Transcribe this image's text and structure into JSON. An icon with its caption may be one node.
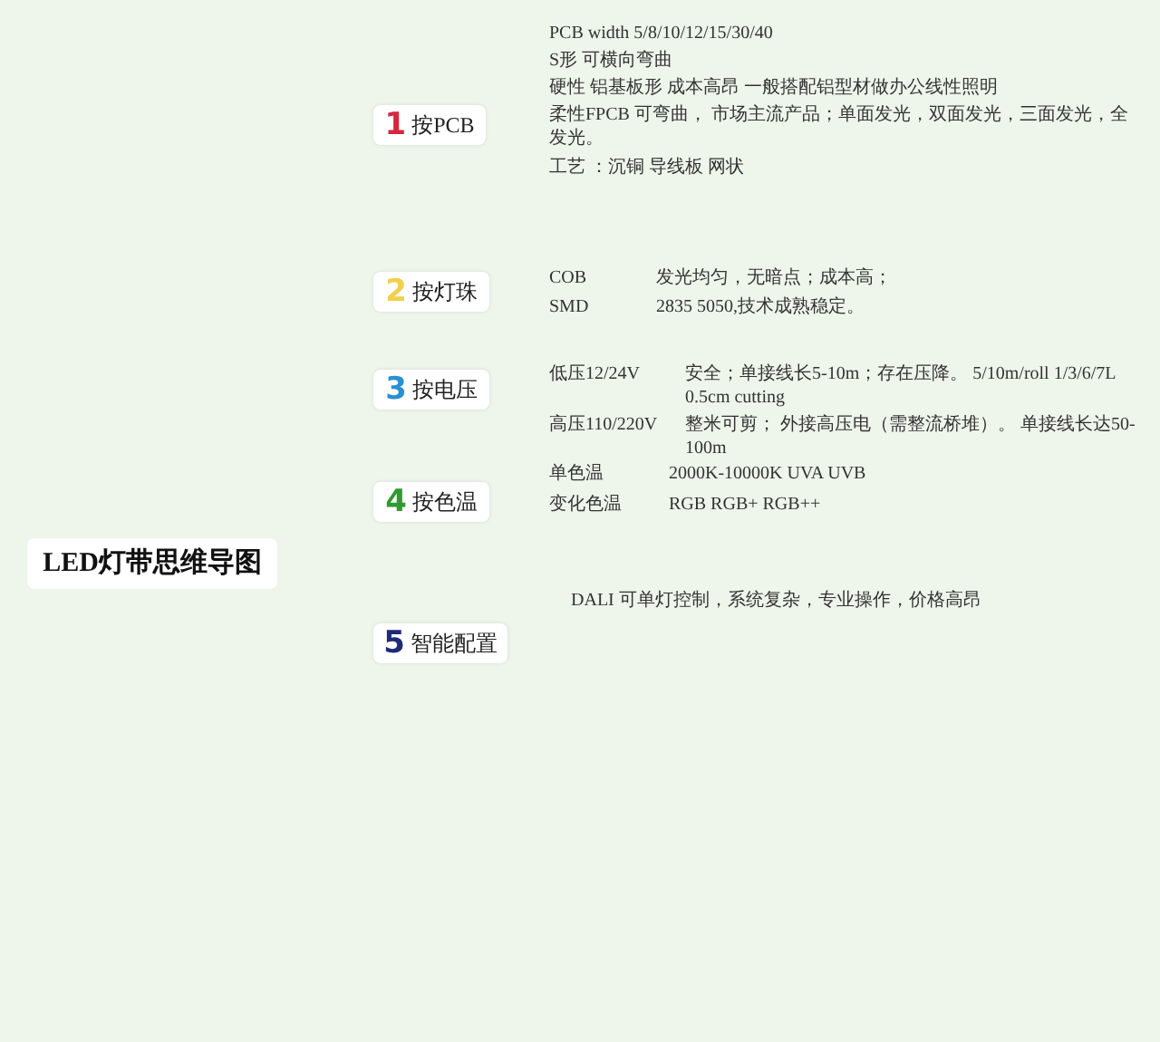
{
  "diagram": {
    "nodes": [
      {
        "text": [
          "LED灯带思维导图"
        ]
      },
      {
        "text": [
          "1",
          "按PCB"
        ],
        "beside": [
          "PCB width 5/8/10/12/15/30/40",
          "S形 可横向弯曲",
          "硬性 铝基板形 成本高昂 一般搭配铝型材做办公线性照明",
          "柔性FPCB 可弯曲， 市场主流产品；单面发光，双面发光，三面发光，全发光。",
          "工艺 ：沉铜 导线板 网状"
        ]
      },
      {
        "text": [
          "2",
          "按灯珠"
        ],
        "beside": [
          "COB",
          "发光均匀，无暗点；成本高；",
          "SMD",
          "2835 5050,技术成熟稳定。"
        ]
      },
      {
        "text": [
          "3",
          "按电压"
        ],
        "beside": [
          "低压12/24V",
          "安全；单接线长5-10m；存在压降。 5/10m/roll 1/3/6/7L 0.5cm cutting",
          "高压110/220V",
          "整米可剪； 外接高压电（需整流桥堆）。 单接线长达50-100m"
        ]
      },
      {
        "text": [
          "4",
          "按色温"
        ],
        "beside": [
          "单色温",
          "2000K-10000K UVA UVB",
          "变化色温",
          "RGB RGB+ RGB++"
        ]
      },
      {
        "text": [
          "5",
          "智能配置"
        ],
        "beside": [
          "DALI 可单灯控制，系统复杂，专业操作，价格高昂"
        ]
      }
    ]
  }
}
